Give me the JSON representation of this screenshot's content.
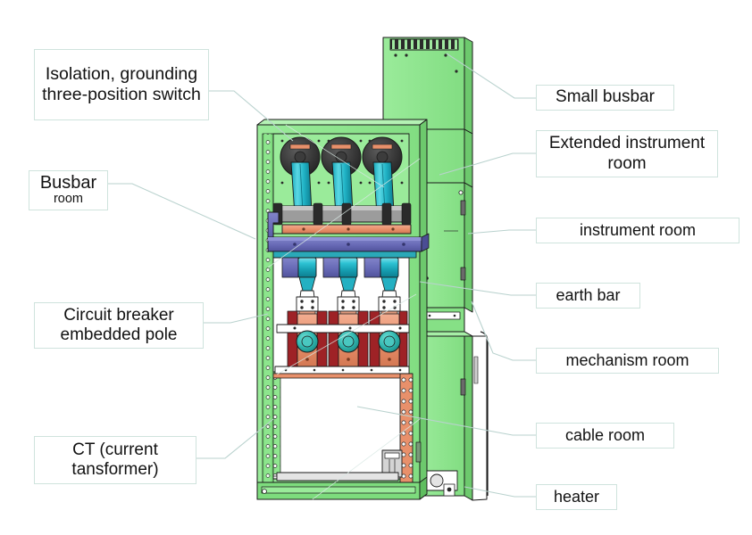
{
  "figure": {
    "type": "technical-cutaway-diagram",
    "subject": "Medium voltage metal-clad switchgear cabinet side cutaway",
    "background": "#ffffff"
  },
  "colors": {
    "cabinet_green": "#8fe68f",
    "cabinet_green_dark": "#6dc96d",
    "insulator_cyan": "#1fb6c9",
    "insulator_cyan_light": "#49d2df",
    "busbar_purple": "#6d6fba",
    "busbar_purple_dark": "#585aa4",
    "plate_salmon": "#e8906b",
    "plate_salmon_light": "#f0b49a",
    "pole_maroon": "#9e2226",
    "ct_teal": "#31b7af",
    "outline_black": "#1a1a1a",
    "leader_line": "#bcd4d0",
    "callout_border": "#cfe3dd",
    "white_fill": "#ffffff",
    "grey_metal": "#8a8a8a"
  },
  "callouts": [
    {
      "id": "isolation-switch",
      "text": "Isolation, grounding three-position switch",
      "side": "left"
    },
    {
      "id": "busbar-room",
      "line1": "Busbar",
      "line2": "room",
      "side": "left"
    },
    {
      "id": "circuit-breaker-pole",
      "text": "Circuit breaker embedded pole",
      "side": "left"
    },
    {
      "id": "current-transformer",
      "text": "CT (current tansformer)",
      "side": "left"
    },
    {
      "id": "small-busbar",
      "text": "Small busbar",
      "side": "right"
    },
    {
      "id": "extended-instrument-room",
      "text": "Extended instrument room",
      "side": "right"
    },
    {
      "id": "instrument-room",
      "text": "instrument room",
      "side": "right"
    },
    {
      "id": "earth-bar",
      "text": "earth bar",
      "side": "right"
    },
    {
      "id": "mechanism-room",
      "text": "mechanism room",
      "side": "right"
    },
    {
      "id": "cable-room",
      "text": "cable room",
      "side": "right"
    },
    {
      "id": "heater",
      "text": "heater",
      "side": "right"
    }
  ],
  "labels": {
    "isolation_switch": "Isolation, grounding three-position switch",
    "busbar_room_line1": "Busbar",
    "busbar_room_line2": "room",
    "circuit_breaker": "Circuit breaker embedded pole",
    "current_transformer": "CT (current tansformer)",
    "small_busbar": "Small busbar",
    "extended_instrument_room": "Extended instrument room",
    "instrument_room": "instrument room",
    "earth_bar": "earth bar",
    "mechanism_room": "mechanism room",
    "cable_room": "cable room",
    "heater": "heater"
  },
  "components": {
    "insulator_columns": 3,
    "ct_rings": 3,
    "breaker_poles": 3,
    "vent_louvers": 19
  }
}
